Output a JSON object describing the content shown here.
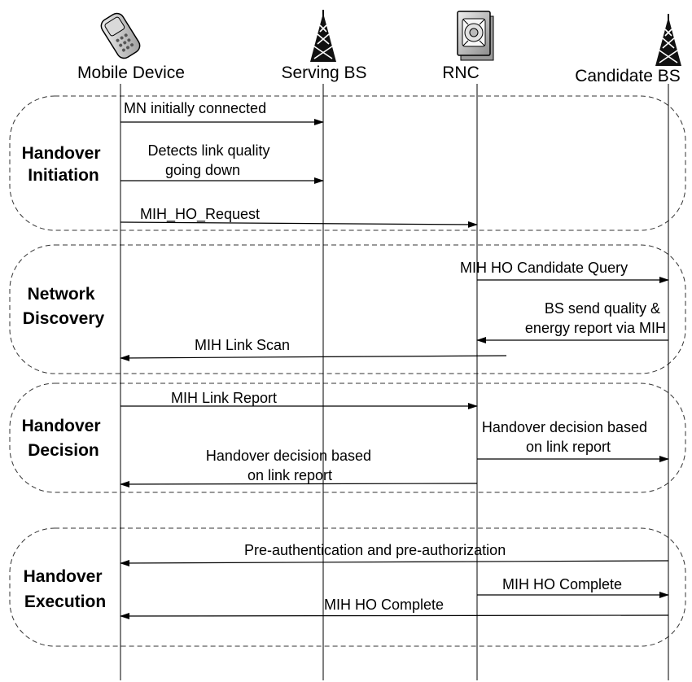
{
  "actors": [
    {
      "label": "Mobile Device",
      "icon": "mobile-phone-icon"
    },
    {
      "label": "Serving BS",
      "icon": "antenna-tower-icon"
    },
    {
      "label": "RNC",
      "icon": "network-controller-icon"
    },
    {
      "label": "Candidate BS",
      "icon": "antenna-tower-icon"
    }
  ],
  "phases": [
    {
      "label_lines": [
        "Handover",
        "Initiation"
      ]
    },
    {
      "label_lines": [
        "Network",
        "Discovery"
      ]
    },
    {
      "label_lines": [
        "Handover",
        "Decision"
      ]
    },
    {
      "label_lines": [
        "Handover",
        "Execution"
      ]
    }
  ],
  "messages": [
    {
      "from": "Mobile Device",
      "to": "Serving BS",
      "label_lines": [
        "MN initially connected"
      ]
    },
    {
      "from": "Mobile Device",
      "to": "Serving BS",
      "label_lines": [
        "Detects link quality",
        "going down"
      ]
    },
    {
      "from": "Mobile Device",
      "to": "RNC",
      "label_lines": [
        "MIH_HO_Request"
      ]
    },
    {
      "from": "RNC",
      "to": "Candidate BS",
      "label_lines": [
        "MIH HO Candidate Query"
      ]
    },
    {
      "from": "Candidate BS",
      "to": "RNC",
      "label_lines": [
        "BS send quality &",
        "energy report via MIH"
      ]
    },
    {
      "from": "RNC",
      "to": "Mobile Device",
      "label_lines": [
        "MIH Link Scan"
      ]
    },
    {
      "from": "Mobile Device",
      "to": "RNC",
      "label_lines": [
        "MIH Link Report"
      ]
    },
    {
      "from": "RNC",
      "to": "Candidate BS",
      "label_lines": [
        "Handover decision based",
        "on link report"
      ]
    },
    {
      "from": "RNC",
      "to": "Mobile Device",
      "label_lines": [
        "Handover decision based",
        "on link report"
      ]
    },
    {
      "from": "Candidate BS",
      "to": "Mobile Device",
      "label_lines": [
        "Pre-authentication and pre-authorization"
      ]
    },
    {
      "from": "RNC",
      "to": "Candidate BS",
      "label_lines": [
        "MIH HO Complete"
      ]
    },
    {
      "from": "Candidate BS",
      "to": "Mobile Device",
      "label_lines": [
        "MIH HO Complete"
      ]
    }
  ]
}
